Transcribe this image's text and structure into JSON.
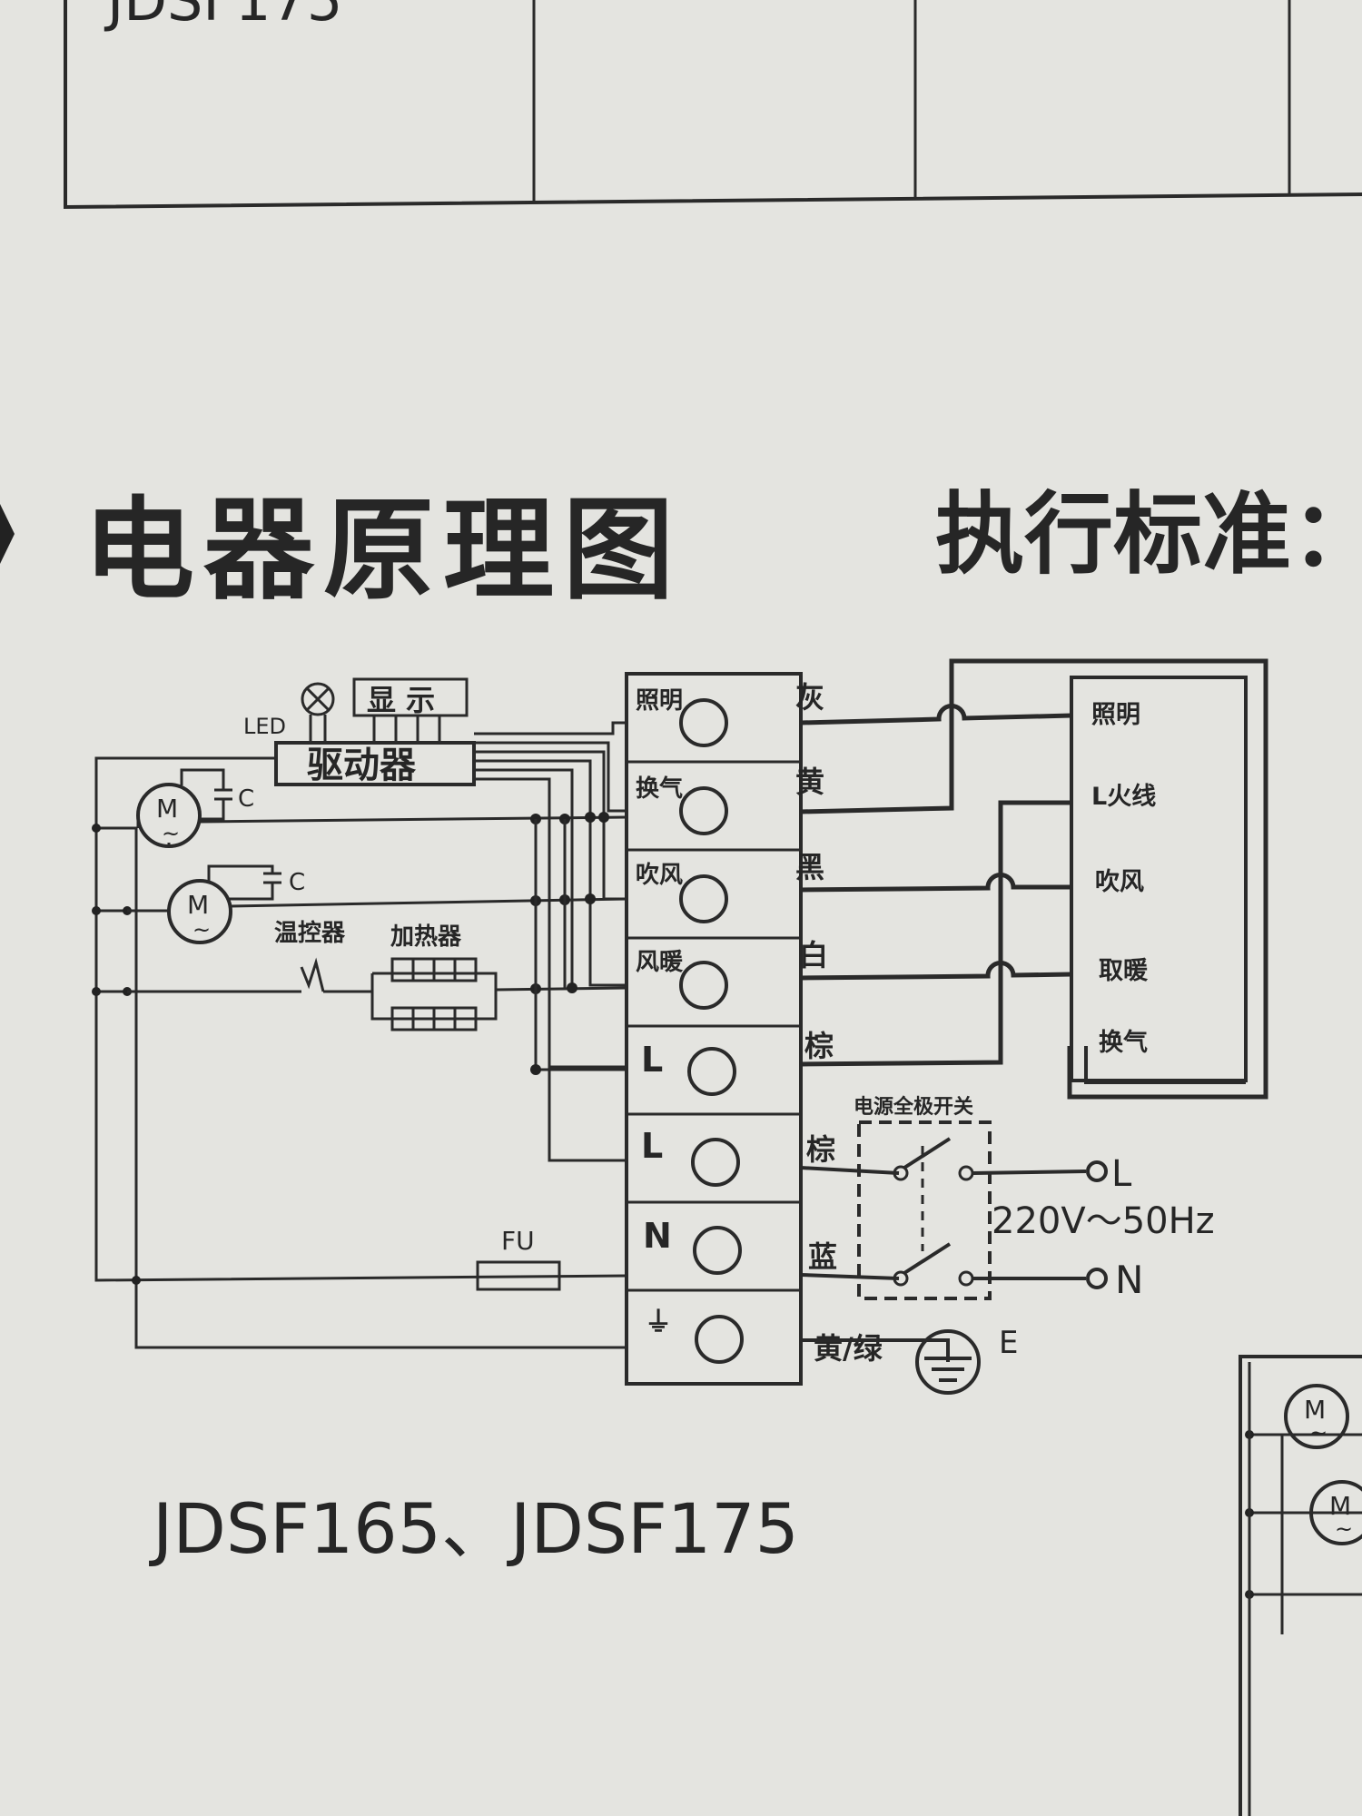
{
  "top_table": {
    "model_fragment": "JDSF175"
  },
  "section_title": "电器原理图",
  "standard_label": "执行标准：",
  "model_caption": "JDSF165、JDSF175",
  "control_block": {
    "led": "LED",
    "display": "显 示",
    "driver": "驱动器",
    "capacitor": "C",
    "motor": "M",
    "motor_tilde": "~",
    "thermostat": "温控器",
    "heater": "加热器",
    "fuse": "FU"
  },
  "terminal_block": {
    "terminals": [
      {
        "label": "照明",
        "wire_color": "灰"
      },
      {
        "label": "换气",
        "wire_color": "黄"
      },
      {
        "label": "吹风",
        "wire_color": "黑"
      },
      {
        "label": "风暖",
        "wire_color": "白"
      },
      {
        "label": "L",
        "wire_color": "棕"
      },
      {
        "label": "L",
        "wire_color": "棕"
      },
      {
        "label": "N",
        "wire_color": "蓝"
      },
      {
        "label": "⏚",
        "wire_color": "黄/绿"
      }
    ]
  },
  "wall_switch": {
    "labels": [
      "照明",
      "L火线",
      "吹风",
      "取暖",
      "换气"
    ]
  },
  "power": {
    "switch_title": "电源全极开关",
    "line": "L",
    "neutral": "N",
    "rating": "220V～50Hz",
    "earth": "E"
  }
}
